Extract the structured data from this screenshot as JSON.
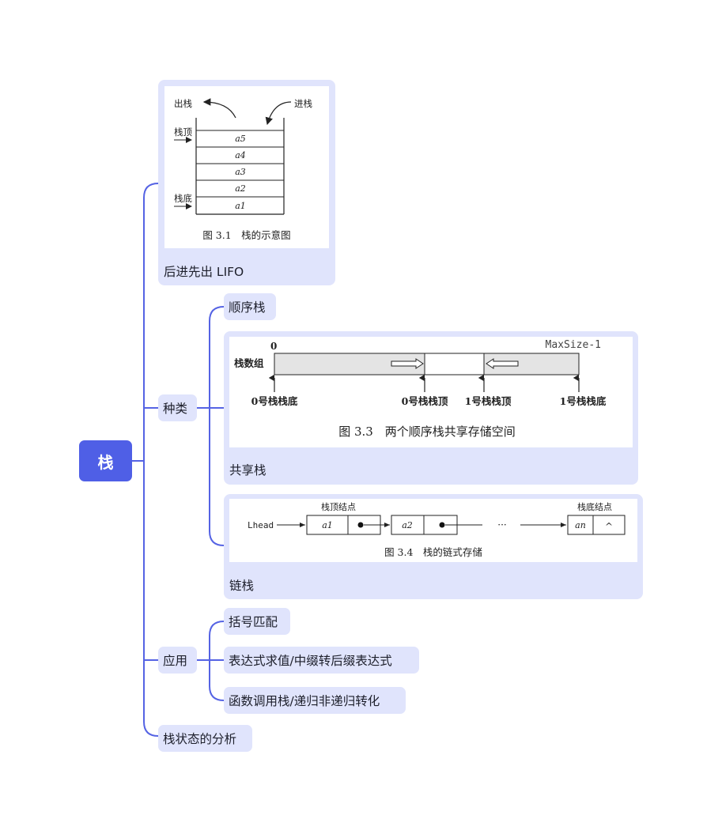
{
  "root": {
    "label": "栈"
  },
  "lifo": {
    "caption": "后进先出 LIFO",
    "figure": {
      "pop_label": "出栈",
      "push_label": "进栈",
      "top_label": "栈顶",
      "bottom_label": "栈底",
      "cells": [
        "a5",
        "a4",
        "a3",
        "a2",
        "a1"
      ],
      "caption": "图 3.1　栈的示意图"
    }
  },
  "types": {
    "label": "种类",
    "sequential": "顺序栈",
    "shared": {
      "caption": "共享栈",
      "figure": {
        "zero": "0",
        "maxsize": "MaxSize-1",
        "array_label": "栈数组",
        "bottom0": "0号栈栈底",
        "top0": "0号栈栈顶",
        "top1": "1号栈栈顶",
        "bottom1": "1号栈栈底",
        "caption": "图 3.3　两个顺序栈共享存储空间"
      }
    },
    "linked": {
      "caption": "链栈",
      "figure": {
        "head": "Lhead",
        "top_node": "栈顶结点",
        "bottom_node": "栈底结点",
        "n1": "a1",
        "n2": "a2",
        "nn": "an",
        "ellipsis": "···",
        "null_symbol": "^",
        "caption": "图 3.4　栈的链式存储"
      }
    }
  },
  "applications": {
    "label": "应用",
    "items": [
      "括号匹配",
      "表达式求值/中缀转后缀表达式",
      "函数调用栈/递归非递归转化"
    ]
  },
  "analysis": {
    "label": "栈状态的分析"
  },
  "colors": {
    "accent": "#4f5fe6",
    "node_bg": "#e0e4fc",
    "connector": "#5563e4"
  }
}
